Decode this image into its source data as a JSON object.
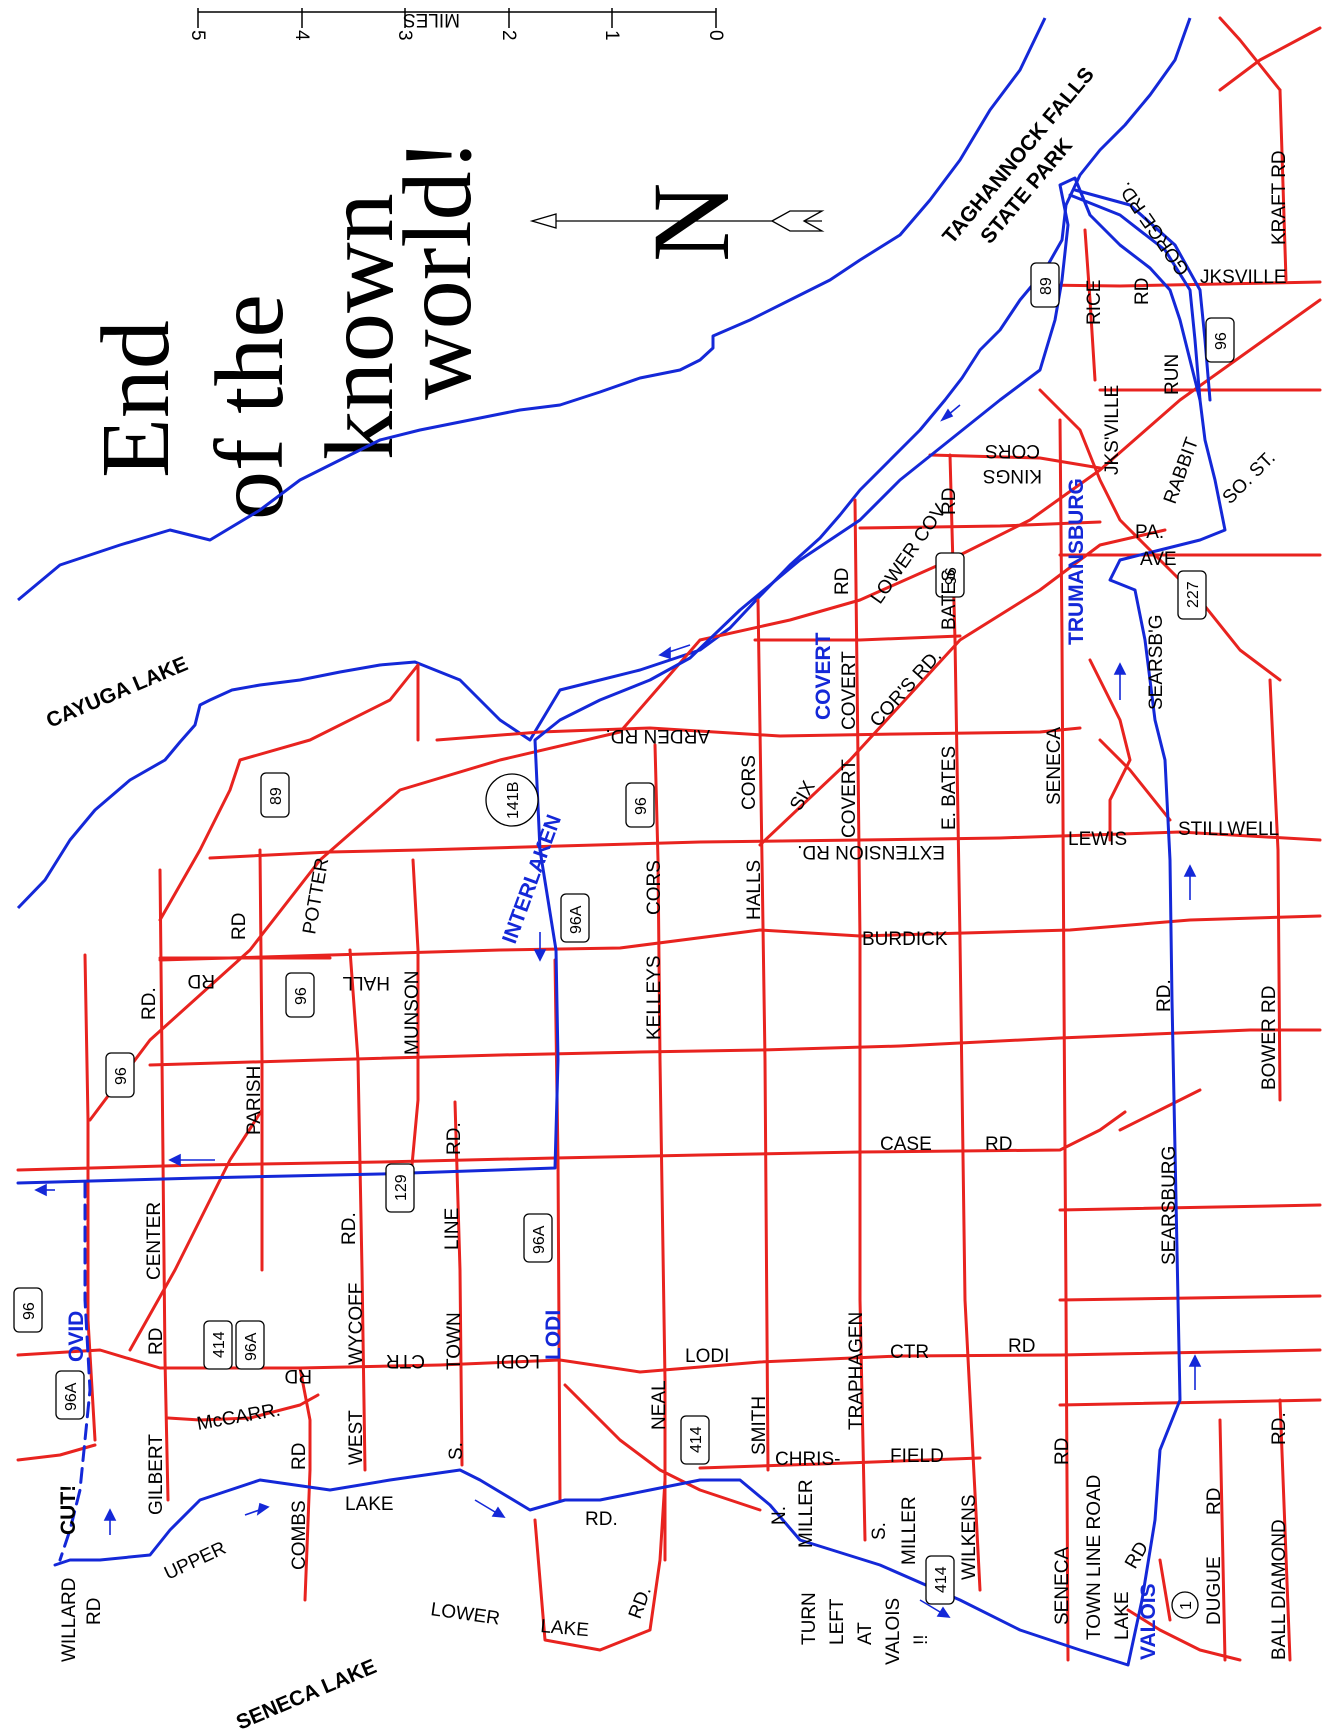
{
  "title_lines": [
    "End",
    "of the",
    "known",
    "world!"
  ],
  "north_label": "N",
  "scale": {
    "unit_label": "MILES",
    "ticks": [
      "0",
      "1",
      "2",
      "3",
      "4",
      "5"
    ]
  },
  "colors": {
    "road": "#e8231f",
    "route": "#1428d8",
    "text": "#000000",
    "town": "#1428d8",
    "background": "#ffffff"
  },
  "water": {
    "cayuga": "CAYUGA LAKE",
    "seneca": "SENECA LAKE"
  },
  "park": {
    "line1": "TAGHANNOCK FALLS",
    "line2": "STATE PARK"
  },
  "towns": {
    "ovid": "OVID",
    "lodi": "LODI",
    "interlaken": "INTERLAKEN",
    "covert": "COVERT",
    "trumansburg": "TRUMANSBURG",
    "valois": "VALOIS"
  },
  "shields": {
    "r96": "96",
    "r96a": "96A",
    "r89": "89",
    "r414": "414",
    "r129": "129",
    "r227": "227",
    "r141b": "141B",
    "r1": "1"
  },
  "notes": {
    "cut": "CUT!",
    "turn": [
      "TURN",
      "LEFT",
      "AT",
      "VALOIS",
      "!!"
    ]
  },
  "road_labels": {
    "kraft_rd": "KRAFT RD",
    "jksville": "JKSVILLE",
    "gorge_rd": "GORGE RD.",
    "rice": "RICE",
    "jksville2": "JKS'VILLE",
    "run": "RUN",
    "rd": "RD",
    "rabbit": "RABBIT",
    "so_st": "SO. ST.",
    "kings": "KINGS",
    "cors": "CORS",
    "pa": "PA.",
    "ave": "AVE",
    "lower_cov": "LOWER COV",
    "bates": "BATES",
    "covert": "COVERT",
    "cors_rd": "COR'S RD.",
    "searsbg": "SEARSB'G",
    "arden_rd": "ARDEN RD.",
    "six": "SIX",
    "e_bates": "E. BATES",
    "seneca": "SENECA",
    "halls": "HALLS",
    "extension_rd": "EXTENSION RD.",
    "lewis": "LEWIS",
    "stillwell": "STILLWELL",
    "burdick": "BURDICK",
    "bower_rd": "BOWER RD",
    "rd_dot": "RD.",
    "kelleys": "KELLEYS",
    "potter": "POTTER",
    "hall": "HALL",
    "munson": "MUNSON",
    "parish": "PARISH",
    "case": "CASE",
    "center": "CENTER",
    "wycoff": "WYCOFF",
    "line": "LINE",
    "searsburg": "SEARSBURG",
    "ctr": "CTR",
    "town": "TOWN",
    "lodi": "LODI",
    "traphagen": "TRAPHAGEN",
    "neal": "NEAL",
    "mccarr": "McCARR.",
    "gilbert": "GILBERT",
    "west": "WEST",
    "s_dot": "S.",
    "smith": "SMITH",
    "chris": "CHRIS-",
    "field": "FIELD",
    "combs": "COMBS",
    "lake": "LAKE",
    "upper": "UPPER",
    "n_dot": "N.",
    "miller": "MILLER",
    "s_miller": "S.",
    "wilkens": "WILKENS",
    "town_line_road": "TOWN LINE ROAD",
    "dugue": "DUGUE",
    "ball_diamond": "BALL DIAMOND",
    "willard": "WILLARD",
    "lower": "LOWER"
  }
}
